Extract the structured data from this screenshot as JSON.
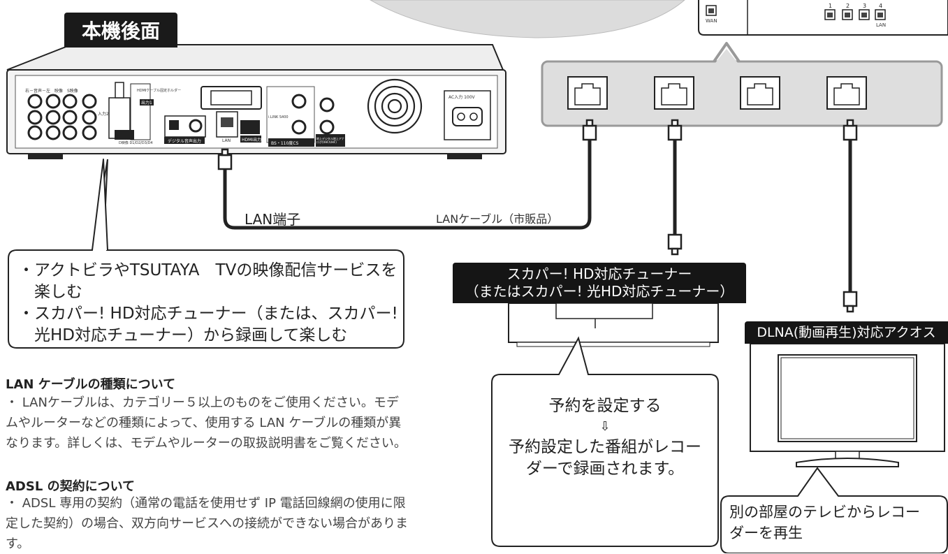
{
  "unit_title": "本機後面",
  "router": {
    "wan_label": "WAN",
    "lan_label": "LAN",
    "port_numbers": [
      "1",
      "2",
      "3",
      "4"
    ]
  },
  "recorder_panel": {
    "left_header": "右－音声－左　映像　S映像",
    "input_label": "入力2",
    "hdmi_holder": "HDMIケーブル固定ホルダー",
    "output_label": "出力1",
    "d_video": "D映像 D1/D2/D3/D4",
    "digital_audio": "デジタル音声出力",
    "lan_port": "LAN",
    "hdmi_out": "HDMI出力",
    "ilink": "i.LINK S400",
    "bs_cs": "BS・110度CS",
    "antenna": "地上デジタル地上アナログ(VHF/UHF)",
    "ac_input": "AC入力 100V"
  },
  "lan_terminal_label": "LAN端子",
  "lan_cable_label": "LANケーブル（市販品）",
  "callout_left": {
    "line1": "・アクトビラやTSUTAYA　TVの映像配信サービスを",
    "line2": "　楽しむ",
    "line3": "・スカパー! HD対応チューナー（または、スカパー!",
    "line4": "　光HD対応チューナー）から録画して楽しむ"
  },
  "tuner_label": {
    "line1": "スカパー! HD対応チューナー",
    "line2": "（またはスカパー! 光HD対応チューナー）"
  },
  "callout_tuner": {
    "line1": "予約を設定する",
    "arrow": "⇩",
    "line2": "予約設定した番組がレコー",
    "line3": "ダーで録画されます。"
  },
  "tv_label": "DLNA(動画再生)対応アクオス",
  "callout_tv": {
    "line1": "別の部屋のテレビからレコー",
    "line2": "ダーを再生"
  },
  "notes": {
    "cable_heading": "LAN ケーブルの種類について",
    "cable_body": "・ LANケーブルは、カテゴリー５以上のものをご使用ください。モデムやルーターなどの種類によって、使用する LAN ケーブルの種類が異なります。詳しくは、モデムやルーターの取扱説明書をご覧ください。",
    "adsl_heading": "ADSL の契約について",
    "adsl_body": "・ ADSL 専用の契約（通常の電話を使用せず IP 電話回線網の使用に限定した契約）の場合、双方向サービスへの接続ができない場合があります。"
  },
  "colors": {
    "black": "#151515",
    "gray_fill": "#dedede",
    "panel_gray": "#e8e8e8",
    "line": "#222222"
  }
}
